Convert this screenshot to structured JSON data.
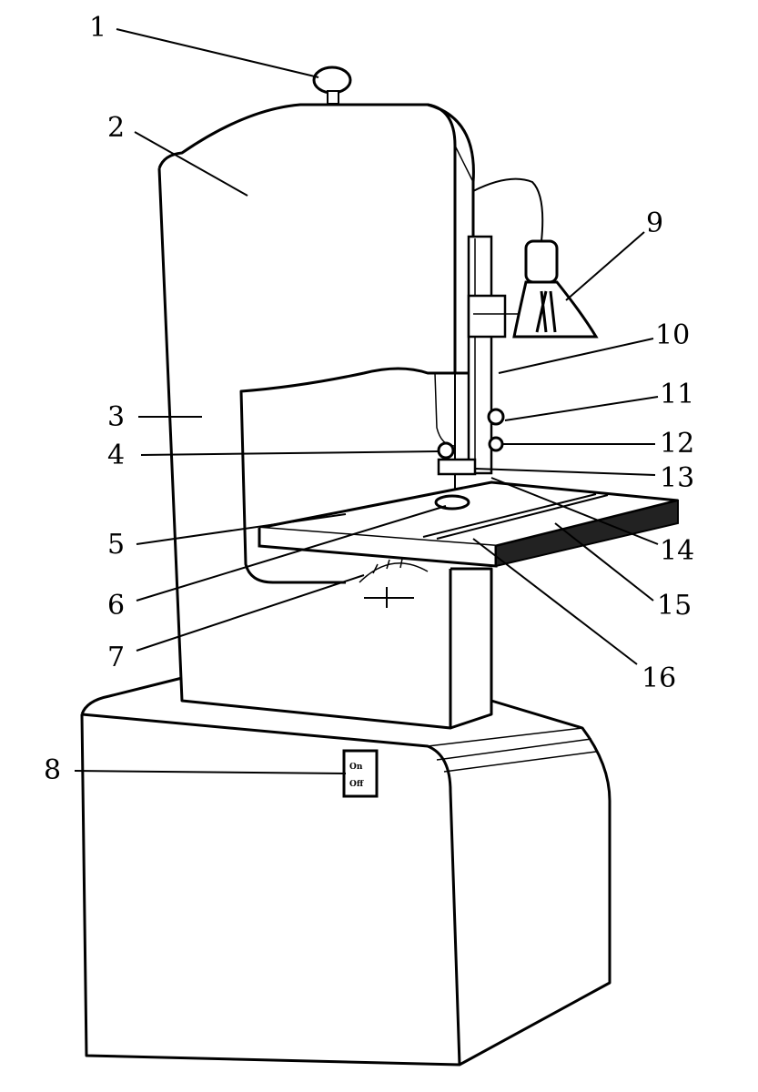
{
  "diagram": {
    "labels": [
      "1",
      "2",
      "3",
      "4",
      "5",
      "6",
      "7",
      "8",
      "9",
      "10",
      "11",
      "12",
      "13",
      "14",
      "15",
      "16"
    ],
    "switch": {
      "on": "On",
      "off": "Off"
    }
  }
}
